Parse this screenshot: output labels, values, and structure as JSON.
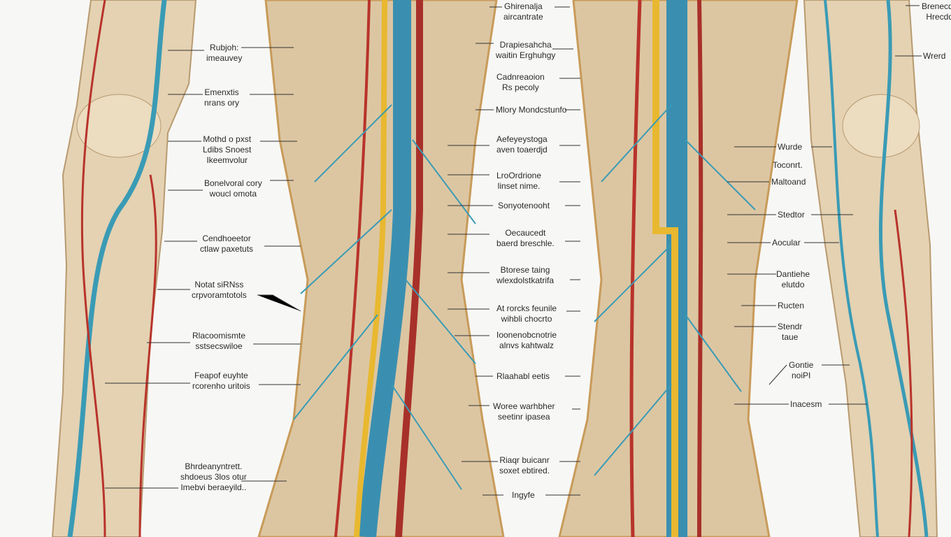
{
  "colors": {
    "bone": "#e2cfb0",
    "artery": "#b8332b",
    "vein": "#3a9bb5",
    "nerve": "#e8b830",
    "background": "#f7f7f5"
  },
  "left_labels": [
    [
      "Rubjoh:",
      "imeauvey"
    ],
    [
      "Emenxtis",
      "nrans ory"
    ],
    [
      "Mothd o pxst",
      "Ldibs Snoest",
      "Ikeemvolur"
    ],
    [
      "Bonelvoral cory",
      "woucl omota"
    ],
    [
      "Cendhoeetor",
      "ctlaw paxetuts"
    ],
    [
      "Notat siRNss",
      "crpvoramtotols"
    ],
    [
      "Rlacoomismte",
      "sstsecswiloe"
    ],
    [
      "Feapof euyhte",
      "rcorenho uritois"
    ],
    [
      "Bhrdeanyntrett.",
      "shdoeus 3los otur",
      "Imebvi beraeyild.."
    ]
  ],
  "middle_labels": [
    [
      "Ghirenalja",
      "aircantrate"
    ],
    [
      "Drapiesahcha",
      "waitin Erghuhgy"
    ],
    [
      "Cadnreaoion",
      "Rs pecoly"
    ],
    [
      "Mlory Mondcstunfo"
    ],
    [
      "Aefeyeystoga",
      "aven toaerdjd"
    ],
    [
      "LroOrdrione",
      "linset nime."
    ],
    [
      "Sonyotenooht"
    ],
    [
      "Oecaucedt",
      "baerd breschle."
    ],
    [
      "Btorese taing",
      "wlexdolstkatrifa"
    ],
    [
      "At rorcks feunile",
      "wihbli chocrto"
    ],
    [
      "Ioonenobcnotrie",
      "alnvs kahtwalz"
    ],
    [
      "Rlaahabl eetis"
    ],
    [
      "Woree warhbher",
      "seetinr ipasea"
    ],
    [
      "Riaqr buicanr",
      "soxet ebtired."
    ],
    [
      "Ingyfe"
    ]
  ],
  "right_labels": [
    [
      "Brenecde",
      "Hrecdd"
    ],
    [
      "Wrerd"
    ],
    [
      "Wurde"
    ],
    [
      "Toconrt."
    ],
    [
      "Maltoand"
    ],
    [
      "Stedtor"
    ],
    [
      "Aocular"
    ],
    [
      "Dantiehe",
      "elutdo"
    ],
    [
      "Ructen"
    ],
    [
      "Stendr",
      "taue"
    ],
    [
      "Gontie",
      "noiPI"
    ],
    [
      "Inacesm"
    ]
  ]
}
